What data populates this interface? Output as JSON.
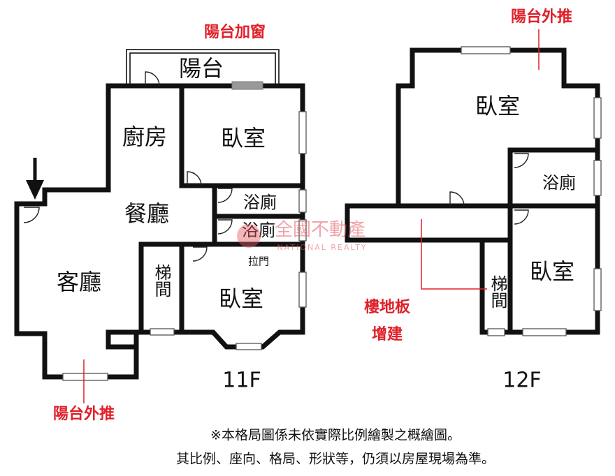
{
  "floors": {
    "f11": {
      "label": "11F",
      "rooms": {
        "balcony": "陽台",
        "kitchen": "廚房",
        "bedroom_top": "臥室",
        "dining": "餐廳",
        "bath_1": "浴廁",
        "bath_2": "浴廁",
        "living": "客廳",
        "stairs": "梯間",
        "bedroom_bottom": "臥室",
        "sliding_door": "拉門"
      }
    },
    "f12": {
      "label": "12F",
      "rooms": {
        "bedroom_top": "臥室",
        "bath": "浴廁",
        "stairs": "梯間",
        "bedroom_right": "臥室"
      }
    }
  },
  "annotations": {
    "balcony_window": "陽台加窗",
    "balcony_extend_11f": "陽台外推",
    "balcony_extend_12f": "陽台外推",
    "floor_slab_line1": "樓地板",
    "floor_slab_line2": "增建"
  },
  "watermark": {
    "cn": "全國不動產",
    "en": "NATIONAL REALTY"
  },
  "disclaimer": {
    "line1": "※本格局圖係未依實際比例繪製之概繪圖。",
    "line2": "其比例、座向、格局、形狀等，仍須以房屋現場為準。"
  },
  "colors": {
    "wall": "#111111",
    "annotation": "#e0202a",
    "watermark": "#e35a66"
  }
}
